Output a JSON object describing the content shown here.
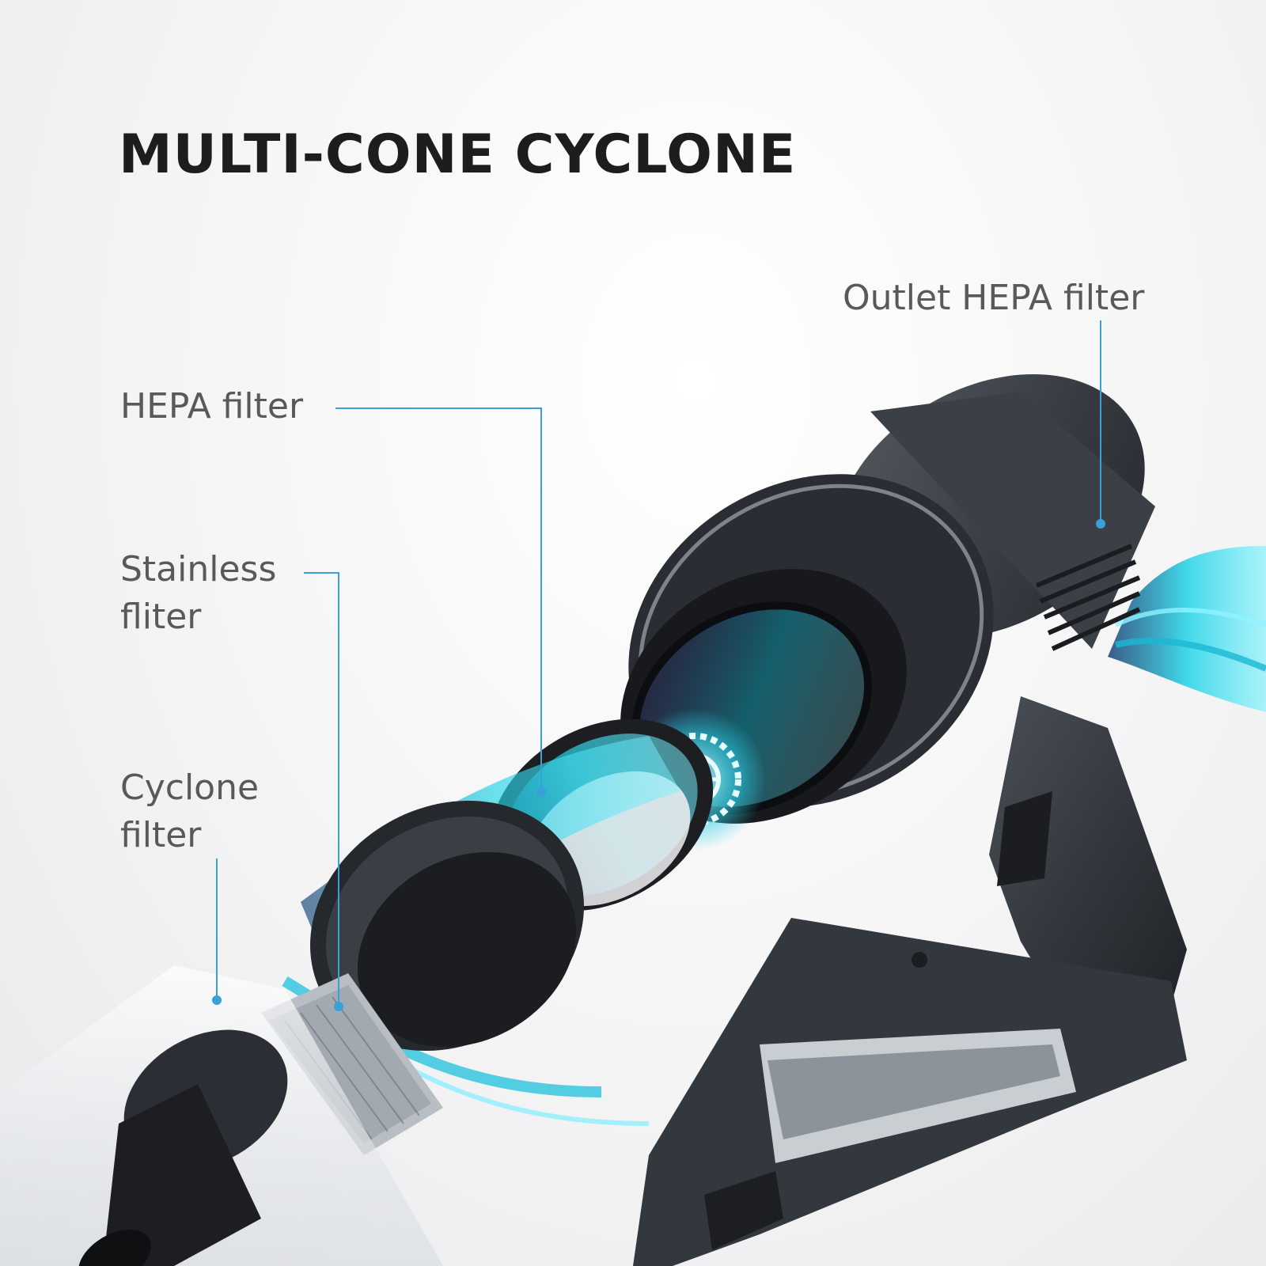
{
  "title": "MULTI-CONE CYCLONE",
  "labels": {
    "outlet_hepa": "Outlet HEPA filter",
    "hepa": "HEPA filter",
    "stainless_line1": "Stainless",
    "stainless_line2": "fliter",
    "cyclone_line1": "Cyclone",
    "cyclone_line2": "filter"
  },
  "colors": {
    "accent": "#3aa0d8",
    "body_dark": "#2e3238",
    "airflow": "#22d3e6"
  },
  "product": "exploded-cordless-vacuum-illustration"
}
